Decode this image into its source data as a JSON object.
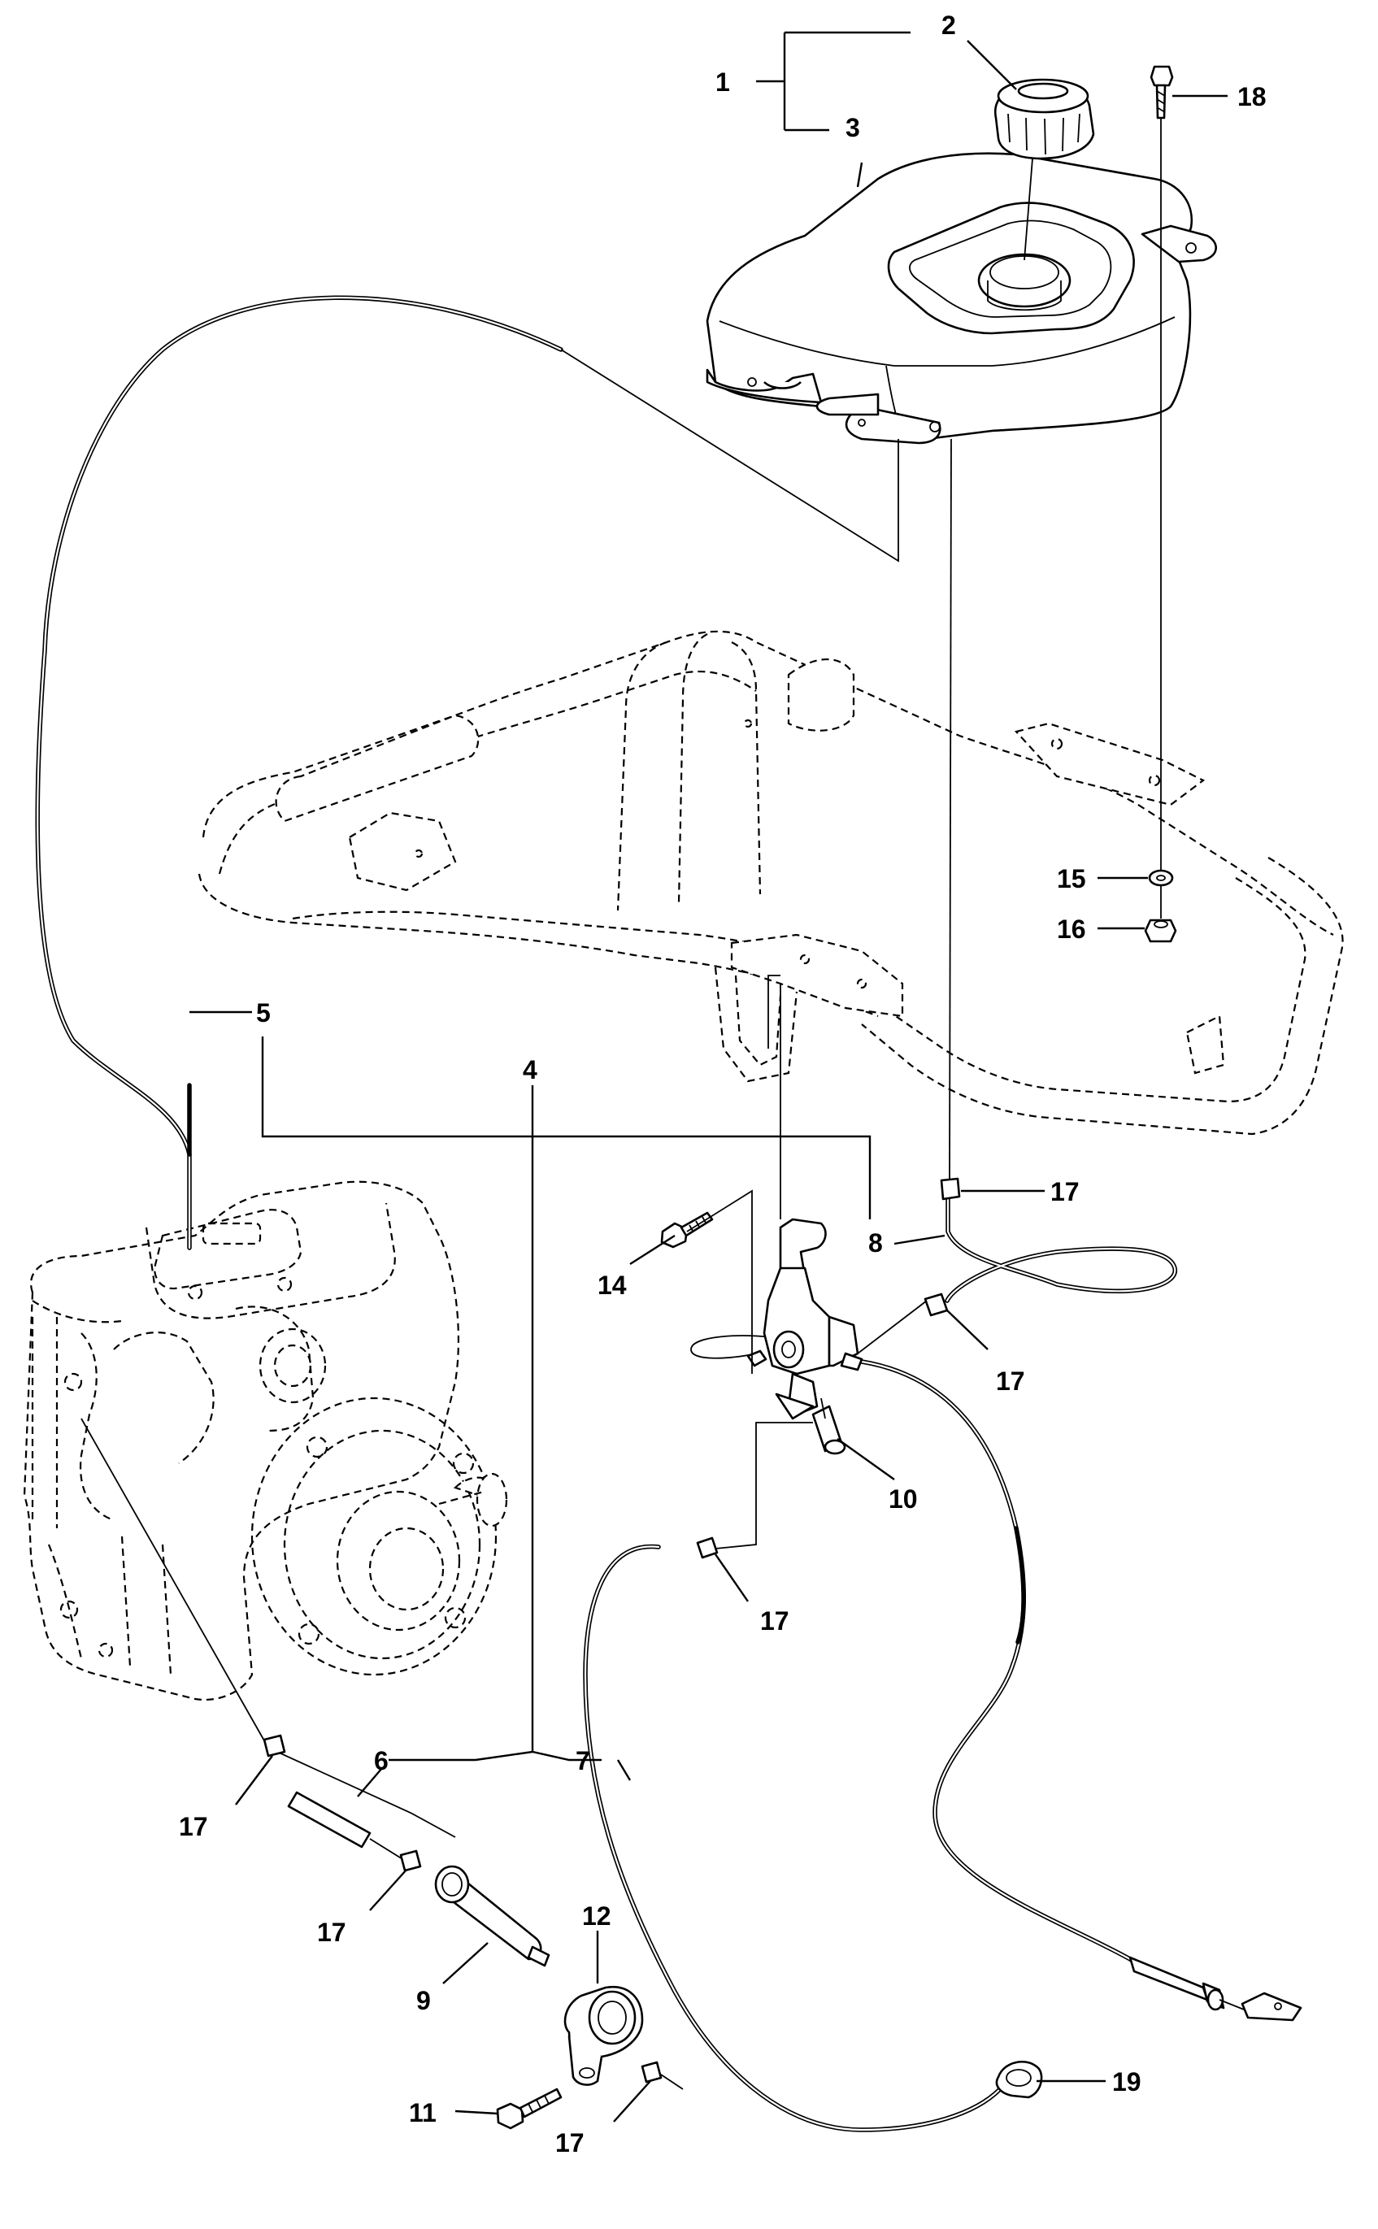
{
  "diagram": {
    "labels": {
      "l1": "1",
      "l2": "2",
      "l3": "3",
      "l4": "4",
      "l5": "5",
      "l6": "6",
      "l7": "7",
      "l8": "8",
      "l9": "9",
      "l10": "10",
      "l11": "11",
      "l12": "12",
      "l14": "14",
      "l15": "15",
      "l16": "16",
      "l17a": "17",
      "l17b": "17",
      "l17c": "17",
      "l17d": "17",
      "l17e": "17",
      "l17f": "17",
      "l18": "18",
      "l19": "19"
    }
  }
}
